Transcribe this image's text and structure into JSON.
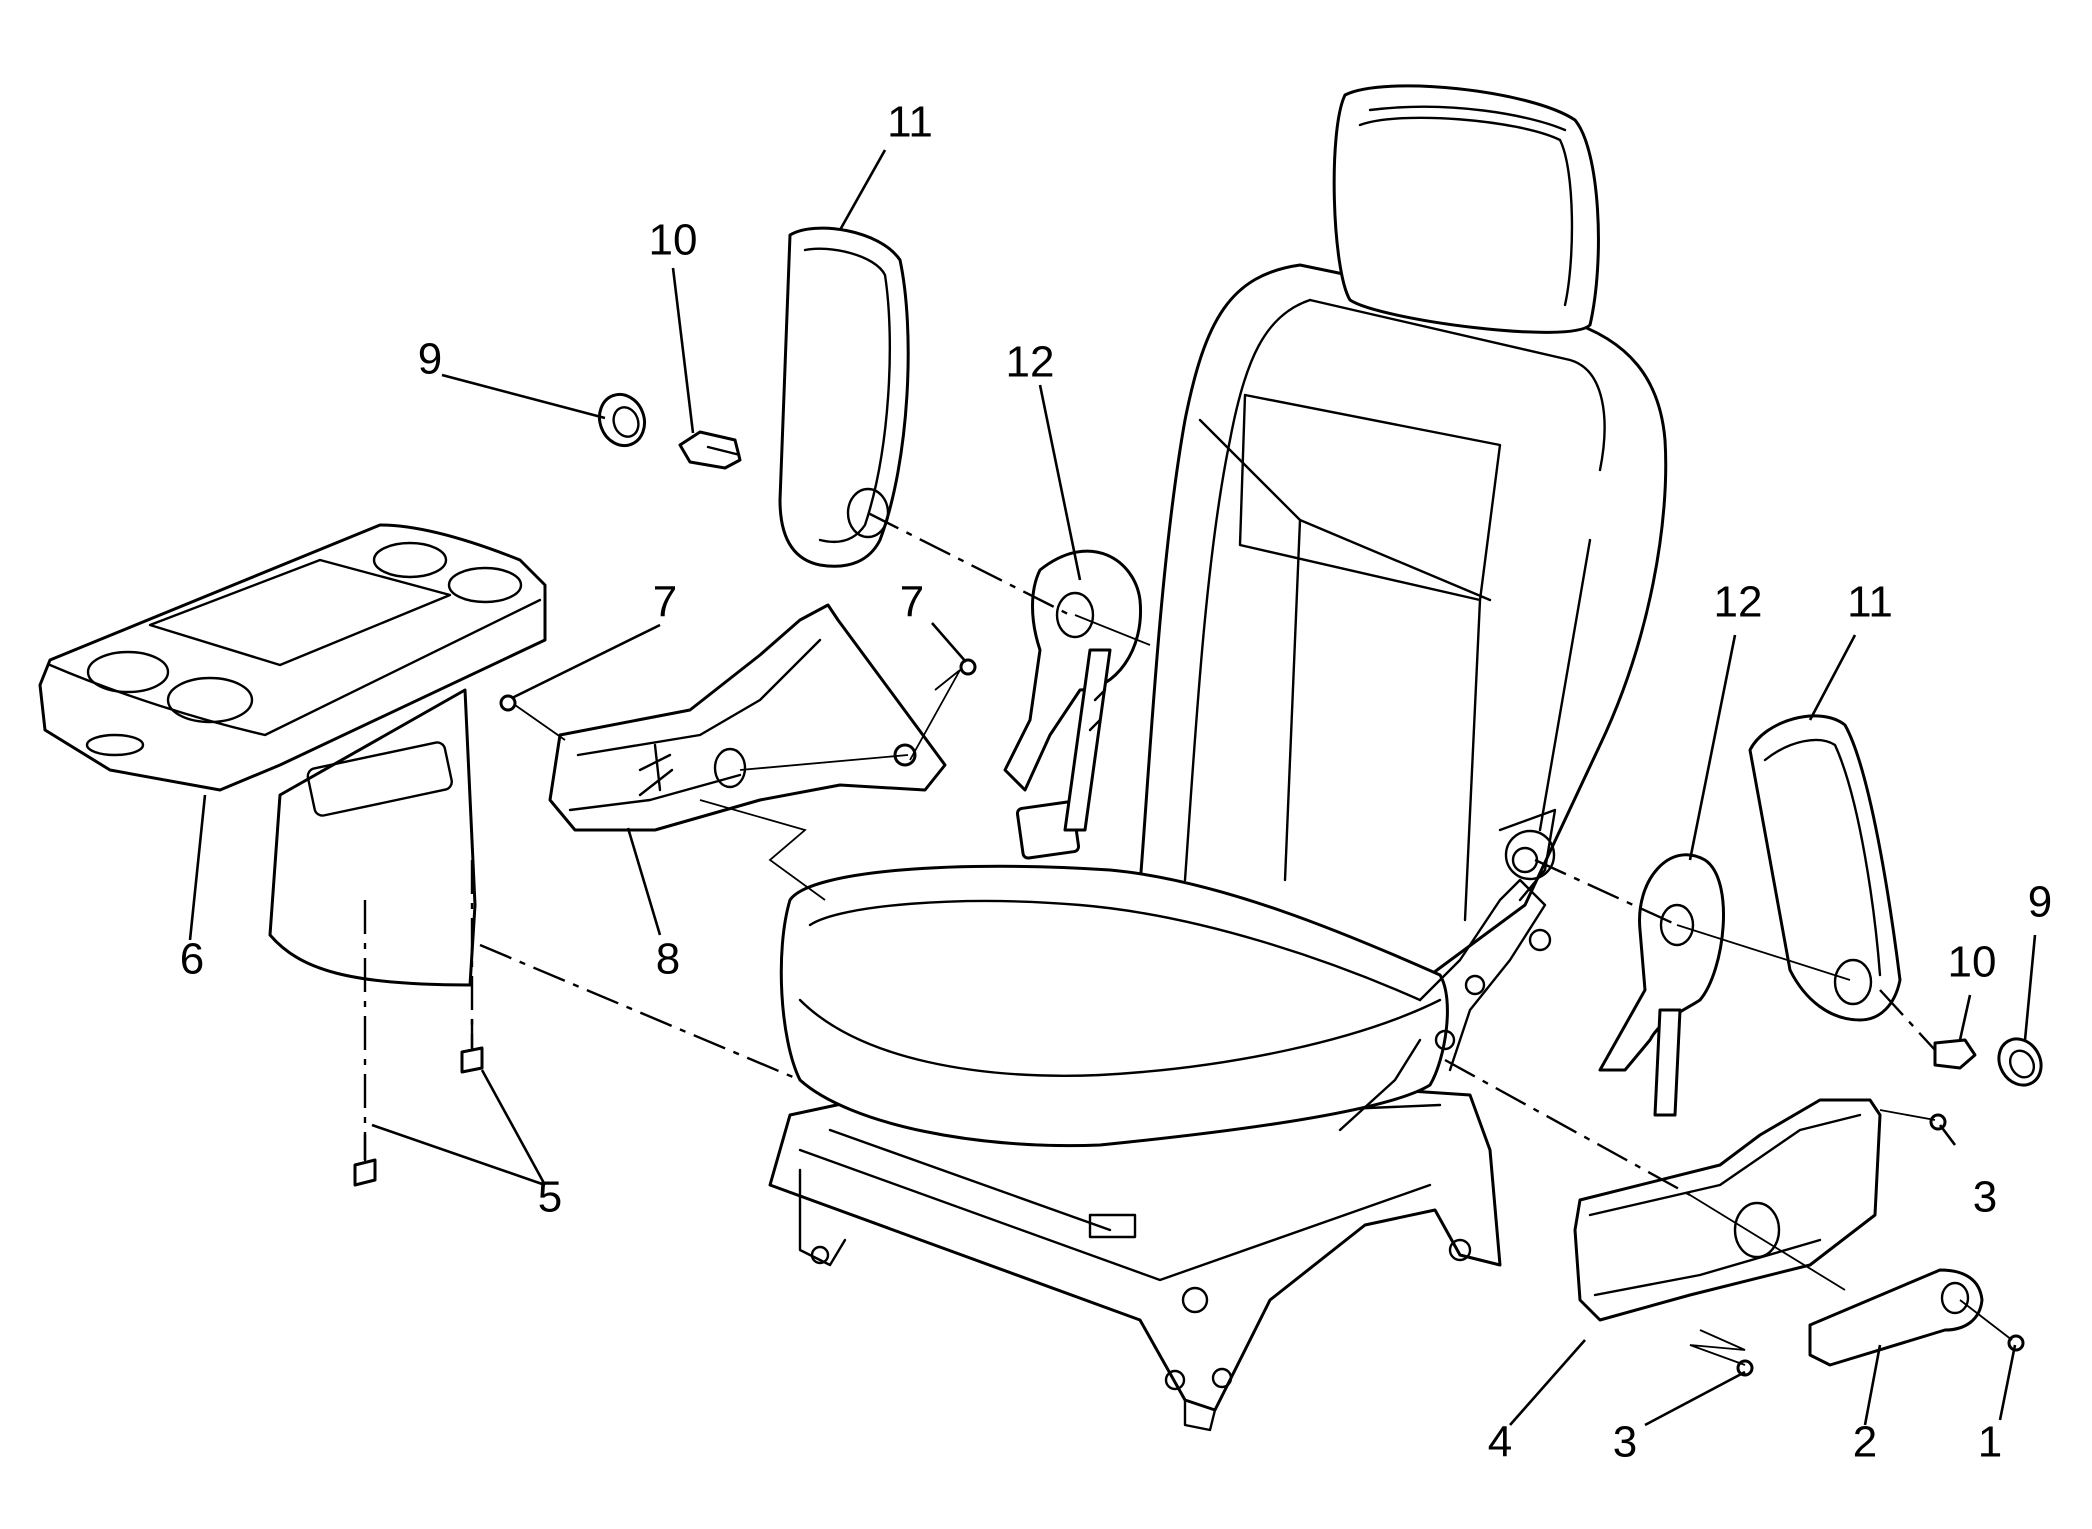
{
  "diagram": {
    "callouts": {
      "c1": "1",
      "c2": "2",
      "c3a": "3",
      "c3b": "3",
      "c4": "4",
      "c5": "5",
      "c6": "6",
      "c7a": "7",
      "c7b": "7",
      "c8": "8",
      "c9a": "9",
      "c9b": "9",
      "c10a": "10",
      "c10b": "10",
      "c11a": "11",
      "c11b": "11",
      "c12a": "12",
      "c12b": "12"
    }
  }
}
